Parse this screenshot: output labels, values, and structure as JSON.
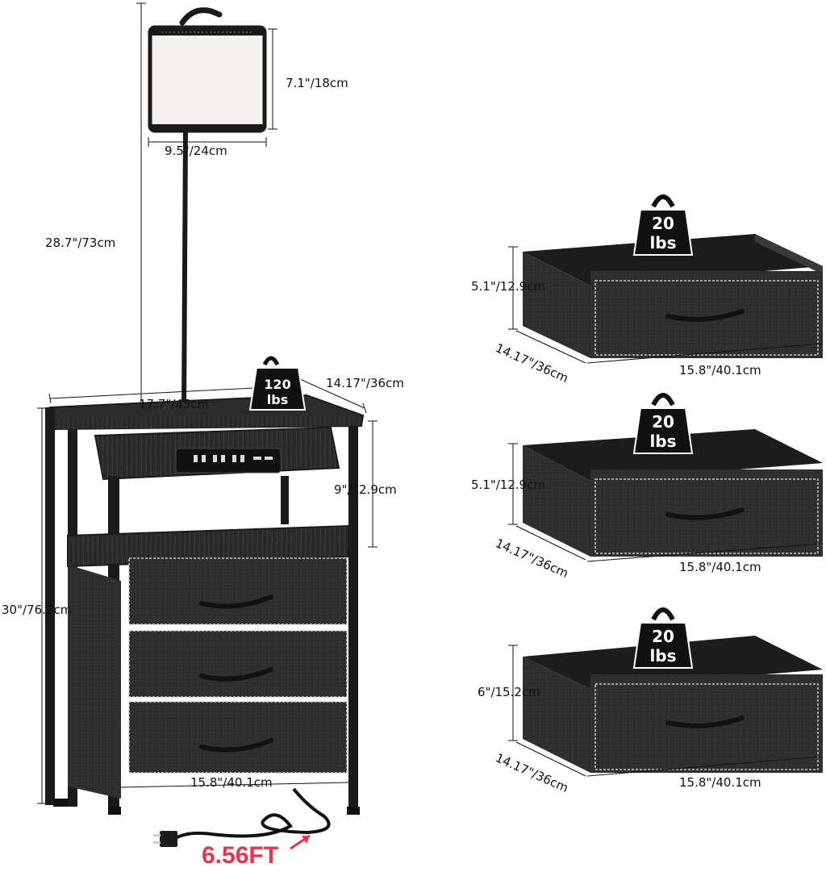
{
  "lamp": {
    "shade_height": "7.1\"/18cm",
    "shade_width": "9.5\"/24cm",
    "pole_height": "28.7\"/73cm"
  },
  "table": {
    "top_width": "17.7\"/45cm",
    "top_depth": "14.17\"/36cm",
    "top_load": {
      "value": "120",
      "unit": "lbs"
    },
    "shelf_height": "9\"/22.9cm",
    "total_height": "30\"/76.2cm",
    "base_width": "15.8\"/40.1cm",
    "cord_length": "6.56FT"
  },
  "drawers": [
    {
      "height": "5.1\"/12.9cm",
      "depth": "14.17\"/36cm",
      "width": "15.8\"/40.1cm",
      "load": {
        "value": "20",
        "unit": "lbs"
      }
    },
    {
      "height": "5.1\"/12.9cm",
      "depth": "14.17\"/36cm",
      "width": "15.8\"/40.1cm",
      "load": {
        "value": "20",
        "unit": "lbs"
      }
    },
    {
      "height": "6\"/15.2cm",
      "depth": "14.17\"/36cm",
      "width": "15.8\"/40.1cm",
      "load": {
        "value": "20",
        "unit": "lbs"
      }
    }
  ],
  "colors": {
    "furniture": "#2b2b2b",
    "frame": "#1a1a1a",
    "shade": "#f4f2ee",
    "cord_label": "#e8334a",
    "badge": "#111111"
  }
}
